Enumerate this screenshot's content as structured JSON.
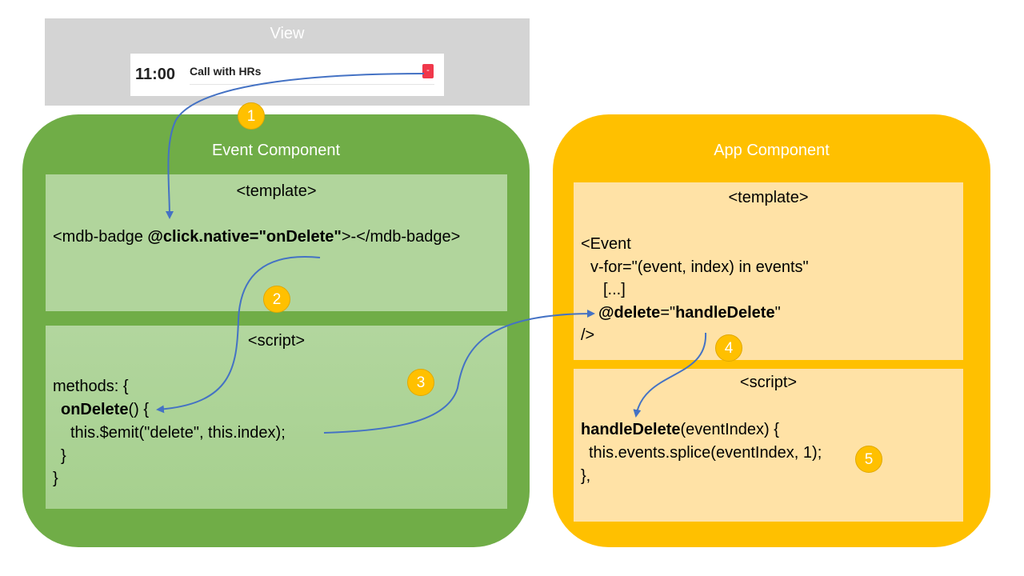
{
  "view": {
    "title": "View",
    "event_card": {
      "time": "11:00",
      "title": "Call with HRs",
      "delete_label": "-"
    }
  },
  "event_component": {
    "title": "Event Component",
    "template": {
      "header": "<template>",
      "line_pre": "<mdb-badge ",
      "line_bold": "@click.native=\"onDelete\"",
      "line_post": ">-</mdb-badge>"
    },
    "script": {
      "header": "<script>",
      "line1": "methods: {",
      "line2_bold": "onDelete",
      "line2_rest": "() {",
      "line3": "this.$emit(\"delete\", this.index);",
      "line4": "}",
      "line5": "}"
    }
  },
  "app_component": {
    "title": "App Component",
    "template": {
      "header": "<template>",
      "line1": "<Event",
      "line2": "v-for=\"(event, index) in events\"",
      "line3": "[...]",
      "line4_bold1": "@delete",
      "line4_mid": "=\"",
      "line4_bold2": "handleDelete",
      "line4_end": "\"",
      "line5": "/>"
    },
    "script": {
      "header": "<script>",
      "line1_bold": "handleDelete",
      "line1_rest": "(eventIndex) {",
      "line2": "this.events.splice(eventIndex, 1);",
      "line3": "},"
    }
  },
  "steps": [
    "1",
    "2",
    "3",
    "4",
    "5"
  ],
  "colors": {
    "event_component": "#70ad47",
    "app_component": "#ffc000",
    "arrow": "#4472c4",
    "step_badge": "#ffc000"
  }
}
